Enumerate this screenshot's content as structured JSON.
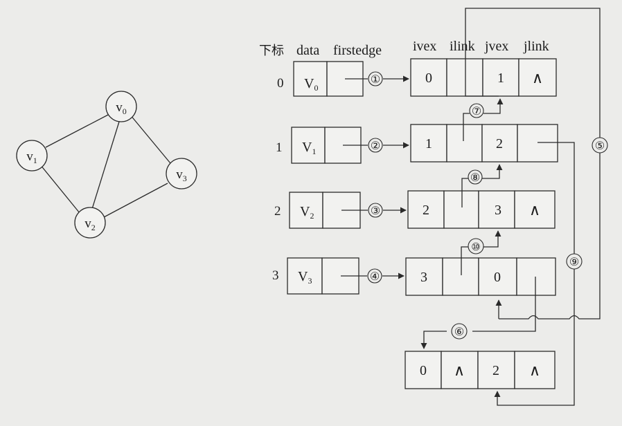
{
  "graph": {
    "vertices": [
      {
        "id": "v0",
        "base": "v",
        "sub": "0"
      },
      {
        "id": "v1",
        "base": "v",
        "sub": "1"
      },
      {
        "id": "v2",
        "base": "v",
        "sub": "2"
      },
      {
        "id": "v3",
        "base": "v",
        "sub": "3"
      }
    ],
    "edges": [
      [
        "v0",
        "v1"
      ],
      [
        "v0",
        "v2"
      ],
      [
        "v0",
        "v3"
      ],
      [
        "v1",
        "v2"
      ],
      [
        "v2",
        "v3"
      ]
    ]
  },
  "headers": {
    "index": "下标",
    "data": "data",
    "firstedge": "firstedge",
    "ivex": "ivex",
    "ilink": "ilink",
    "jvex": "jvex",
    "jlink": "jlink"
  },
  "vertex_table": [
    {
      "index": "0",
      "base": "V",
      "sub": "0"
    },
    {
      "index": "1",
      "base": "V",
      "sub": "1"
    },
    {
      "index": "2",
      "base": "V",
      "sub": "2"
    },
    {
      "index": "3",
      "base": "V",
      "sub": "3"
    }
  ],
  "edge_nodes": [
    {
      "ivex": "0",
      "ilink": "",
      "jvex": "1",
      "jlink": "∧"
    },
    {
      "ivex": "1",
      "ilink": "",
      "jvex": "2",
      "jlink": ""
    },
    {
      "ivex": "2",
      "ilink": "",
      "jvex": "3",
      "jlink": "∧"
    },
    {
      "ivex": "3",
      "ilink": "",
      "jvex": "0",
      "jlink": ""
    },
    {
      "ivex": "0",
      "ilink": "∧",
      "jvex": "2",
      "jlink": "∧"
    }
  ],
  "pointer_labels": [
    "①",
    "②",
    "③",
    "④",
    "⑤",
    "⑥",
    "⑦",
    "⑧",
    "⑨",
    "⑩"
  ]
}
